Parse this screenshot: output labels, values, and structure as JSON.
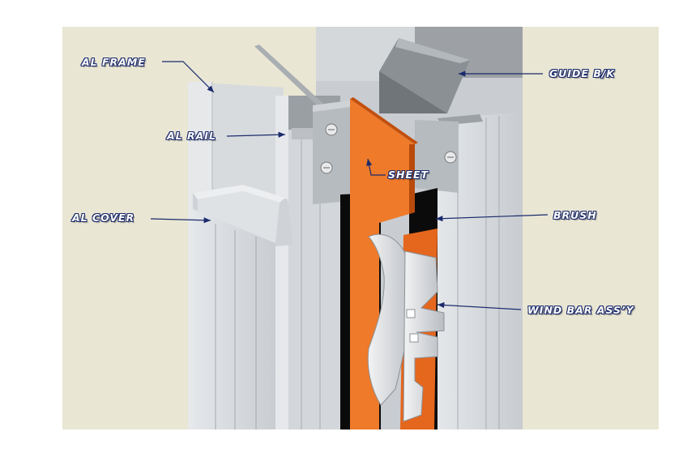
{
  "labels": {
    "al_frame": "AL FRAME",
    "al_rail": "AL RAIL",
    "al_cover": "AL COVER",
    "guide_bk": "GUIDE B/K",
    "sheet": "SHEET",
    "brush": "BRUSH",
    "wind_bar": "WIND BAR ASS’Y"
  },
  "colors": {
    "background": "#e9e6d4",
    "aluminum": "#d7dadd",
    "guide": "#8e9497",
    "sheet": "#e5661d",
    "brush": "#0b0b0b",
    "leader": "#1b2a6b"
  }
}
